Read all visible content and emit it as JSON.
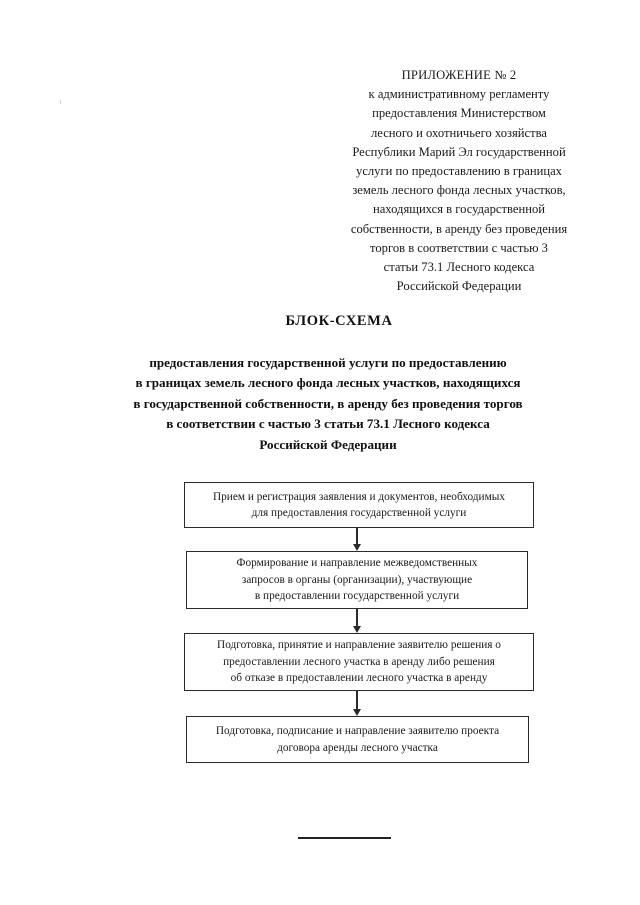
{
  "document": {
    "header": {
      "lines": [
        "ПРИЛОЖЕНИЕ № 2",
        "к административному регламенту",
        "предоставления Министерством",
        "лесного и охотничьего хозяйства",
        "Республики Марий Эл государственной",
        "услуги по предоставлению в границах",
        "земель лесного фонда лесных участков,",
        "находящихся в государственной",
        "собственности, в аренду без проведения",
        "торгов в соответствии с частью 3",
        "статьи 73.1 Лесного кодекса",
        "Российской Федерации"
      ]
    },
    "title": "БЛОК-СХЕМА",
    "subtitle": {
      "lines": [
        "предоставления государственной услуги по предоставлению",
        "в границах земель лесного фонда лесных участков, находящихся",
        "в государственной собственности, в аренду без проведения торгов",
        "в соответствии с частью 3 статьи 73.1 Лесного кодекса",
        "Российской Федерации"
      ]
    },
    "flowchart": {
      "steps": [
        {
          "id": "step-1",
          "lines": [
            "Прием и регистрация заявления и документов, необходимых",
            "для предоставления государственной услуги"
          ]
        },
        {
          "id": "step-2",
          "lines": [
            "Формирование и направление межведомственных",
            "запросов в органы (организации), участвующие",
            "в предоставлении государственной услуги"
          ]
        },
        {
          "id": "step-3",
          "lines": [
            "Подготовка, принятие и направление заявителю решения о",
            "предоставлении лесного участка в аренду либо решения",
            "об отказе в предоставлении лесного участка в аренду"
          ]
        },
        {
          "id": "step-4",
          "lines": [
            "Подготовка, подписание и направление заявителю проекта",
            "договора аренды лесного участка"
          ]
        }
      ],
      "connector_icon": "down-arrow-icon"
    },
    "colors": {
      "page_background": "#ffffff",
      "text": "#1a1a1a",
      "box_border": "#2b2b2b",
      "rule": "#222222"
    }
  }
}
